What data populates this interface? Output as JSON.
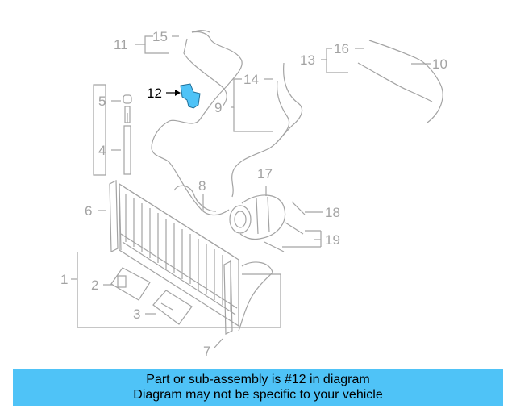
{
  "callouts": {
    "c1": "1",
    "c2": "2",
    "c3": "3",
    "c4": "4",
    "c5": "5",
    "c6": "6",
    "c7": "7",
    "c8": "8",
    "c9": "9",
    "c10": "10",
    "c11": "11",
    "c12": "12",
    "c13": "13",
    "c14": "14",
    "c15": "15",
    "c16": "16",
    "c17": "17",
    "c18": "18",
    "c19": "19"
  },
  "highlighted_part": "12",
  "colors": {
    "highlight": "#4fc3f7",
    "linework": "#a3a3a3",
    "banner": "#4fc3f7"
  },
  "banner": {
    "line1": "Part or sub-assembly is #12 in diagram",
    "line2": "Diagram may not be specific to your vehicle"
  }
}
